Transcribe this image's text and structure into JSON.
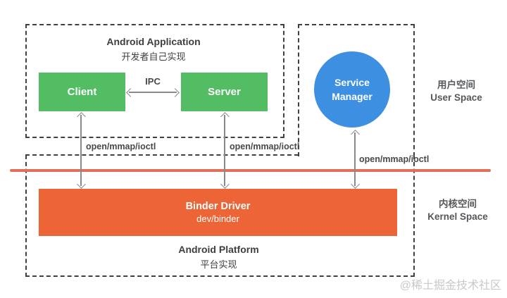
{
  "diagram": {
    "app_box": {
      "title": "Android Application",
      "subtitle": "开发者自己实现"
    },
    "nodes": {
      "client": "Client",
      "server": "Server",
      "service_manager_line1": "Service",
      "service_manager_line2": "Manager",
      "binder_title": "Binder Driver",
      "binder_subtitle": "dev/binder"
    },
    "platform_box": {
      "title": "Android Platform",
      "subtitle": "平台实现"
    },
    "labels": {
      "ipc": "IPC",
      "syscall": "open/mmap/ioctl",
      "user_space_zh": "用户空间",
      "user_space_en": "User Space",
      "kernel_space_zh": "内核空间",
      "kernel_space_en": "Kernel Space"
    },
    "watermark": "@稀土掘金技术社区",
    "colors": {
      "node_green": "#52bd63",
      "node_blue": "#3d8fe2",
      "node_orange": "#ed6437",
      "separator_red": "#e0705a",
      "dashed_border": "#3f4042",
      "arrow_gray": "#8a8a8a",
      "text_dark": "#3d3f42",
      "watermark_gray": "#c8c8c8"
    }
  }
}
